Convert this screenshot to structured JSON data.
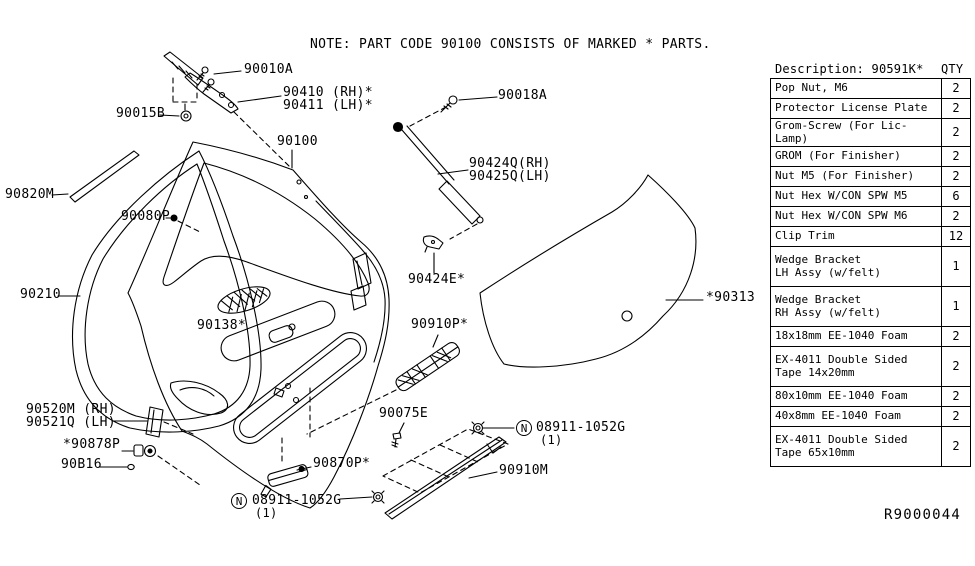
{
  "background": "#ffffff",
  "ink_color": "#000000",
  "note": "NOTE: PART CODE 90100 CONSISTS OF MARKED * PARTS.",
  "drawing_number": "R9000044",
  "diagram_labels": {
    "c90010A": "90010A",
    "c90015B": "90015B",
    "c90410": "90410 (RH)*\n90411 (LH)*",
    "c90018A": "90018A",
    "c90100": "90100",
    "c90424Q": "90424Q(RH)\n90425Q(LH)",
    "c90820M": "90820M",
    "c90080P": "90080P",
    "c90424E": "90424E*",
    "c90210": "90210",
    "c90138": "90138*",
    "c90910P": "90910P*",
    "c90313": "*90313",
    "c90520M": "90520M (RH)\n90521Q (LH)",
    "c90075E": "90075E",
    "c90910M": "90910M",
    "c90878P": "*90878P",
    "c90B16": "90B16",
    "c90870P": "90870P*"
  },
  "fasteners": {
    "upper": {
      "symbol": "N",
      "code": "08911-1052G",
      "count": "(1)"
    },
    "lower": {
      "symbol": "N",
      "code": "08911-1052G",
      "count": "(1)"
    }
  },
  "parts_table": {
    "description_header": "Description: 90591K*",
    "qty_header": "QTY",
    "rows": [
      {
        "description": "Pop Nut, M6",
        "qty": "2"
      },
      {
        "description": "Protector License Plate",
        "qty": "2"
      },
      {
        "description": "Grom-Screw (For Lic-Lamp)",
        "qty": "2"
      },
      {
        "description": "GROM (For Finisher)",
        "qty": "2"
      },
      {
        "description": "Nut M5 (For Finisher)",
        "qty": "2"
      },
      {
        "description": "Nut Hex W/CON SPW M5",
        "qty": "6"
      },
      {
        "description": "Nut Hex W/CON SPW M6",
        "qty": "2"
      },
      {
        "description": "Clip Trim",
        "qty": "12"
      },
      {
        "description": "Wedge Bracket\nLH Assy (w/felt)",
        "qty": "1"
      },
      {
        "description": "Wedge Bracket\nRH Assy (w/felt)",
        "qty": "1"
      },
      {
        "description": "18x18mm EE-1040 Foam",
        "qty": "2"
      },
      {
        "description": "EX-4011 Double Sided\nTape 14x20mm",
        "qty": "2"
      },
      {
        "description": "80x10mm EE-1040 Foam",
        "qty": "2"
      },
      {
        "description": "40x8mm EE-1040 Foam",
        "qty": "2"
      },
      {
        "description": "EX-4011 Double Sided\nTape 65x10mm",
        "qty": "2"
      }
    ]
  }
}
